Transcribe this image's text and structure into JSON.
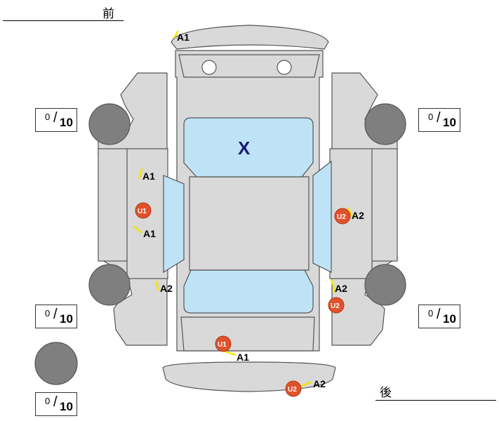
{
  "labels": {
    "front": "前",
    "rear": "後"
  },
  "tread_gauges": [
    {
      "id": "front-left",
      "value": "0",
      "max": "10"
    },
    {
      "id": "front-right",
      "value": "0",
      "max": "10"
    },
    {
      "id": "rear-left",
      "value": "0",
      "max": "10"
    },
    {
      "id": "rear-right",
      "value": "0",
      "max": "10"
    },
    {
      "id": "spare",
      "value": "0",
      "max": "10"
    }
  ],
  "windshield_mark": "X",
  "damage_marks": [
    {
      "id": "front-bumper",
      "code": "A1"
    },
    {
      "id": "left-front-door-upper",
      "code": "A1"
    },
    {
      "id": "left-door-dent",
      "code": "U1"
    },
    {
      "id": "left-front-door-lower",
      "code": "A1"
    },
    {
      "id": "left-rear-quarter",
      "code": "A2"
    },
    {
      "id": "right-door-dent",
      "code": "U2"
    },
    {
      "id": "right-door-scratch",
      "code": "A2"
    },
    {
      "id": "right-rear-quarter",
      "code": "A2"
    },
    {
      "id": "right-rear-dent",
      "code": "U2"
    },
    {
      "id": "trunk-dent",
      "code": "U1"
    },
    {
      "id": "trunk-scratch",
      "code": "A1"
    },
    {
      "id": "rear-bumper-dent",
      "code": "U2"
    },
    {
      "id": "rear-bumper-scratch",
      "code": "A2"
    }
  ],
  "colors": {
    "body": "#d9d9d9",
    "glass": "#bfe3f6",
    "tire": "#7f7f7f",
    "outline": "#555555",
    "scratch_line": "#f2e600",
    "dent_badge": "#e0522c"
  }
}
